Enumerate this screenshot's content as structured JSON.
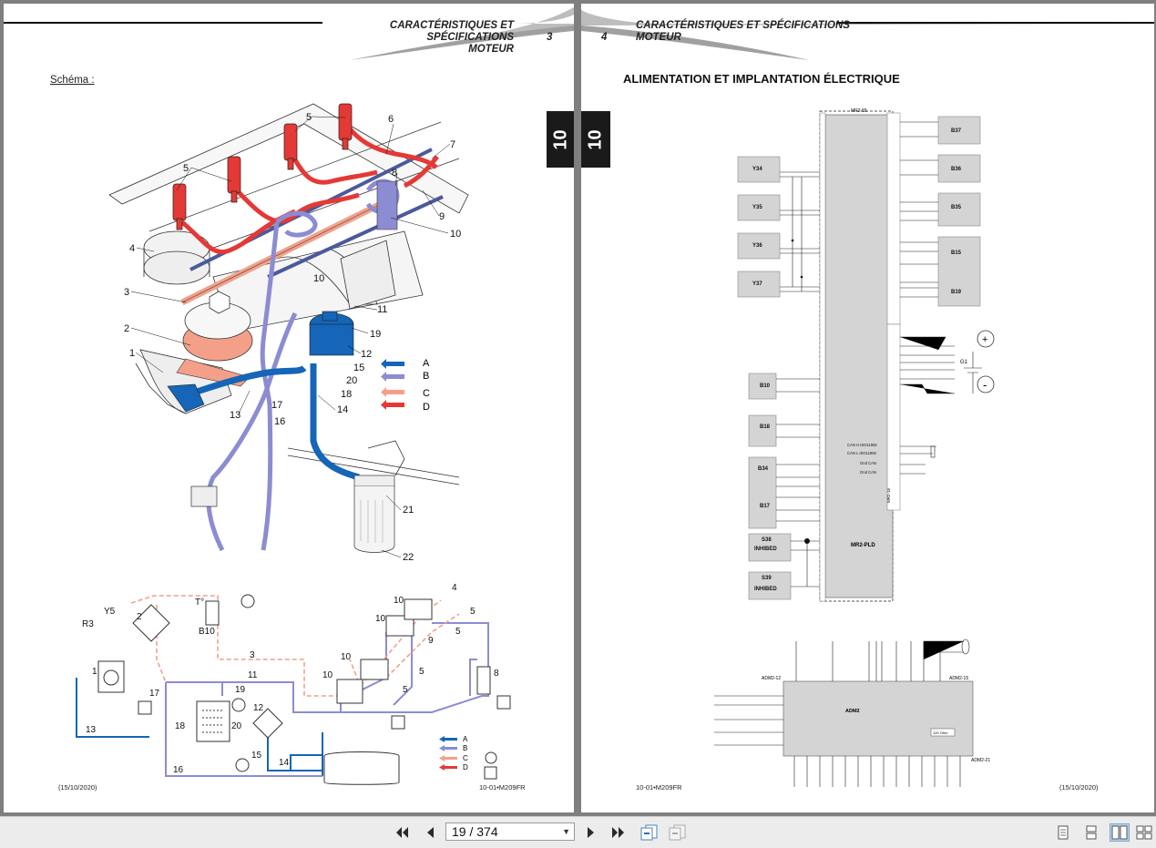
{
  "left_page": {
    "header_line1": "CARACTÉRISTIQUES ET SPÉCIFICATIONS",
    "header_line2": "MOTEUR",
    "page_number": "3",
    "section_tab": "10",
    "schema_label": "Schéma :",
    "footer_date": "(15/10/2020)",
    "footer_code": "10-01•M209FR",
    "engine_callouts": [
      "1",
      "2",
      "3",
      "4",
      "5",
      "5",
      "6",
      "7",
      "8",
      "9",
      "10",
      "10",
      "11",
      "12",
      "13",
      "14",
      "15",
      "16",
      "17",
      "18",
      "19",
      "20",
      "21",
      "22"
    ],
    "legend": [
      "A",
      "B",
      "C",
      "D"
    ],
    "colors": {
      "A": "#1565b8",
      "B": "#8c8cd2",
      "C": "#f4a089",
      "D": "#e53935"
    },
    "diagram_labels": [
      "R3",
      "Y5",
      "2",
      "B10",
      "T°",
      "1",
      "17",
      "18",
      "13",
      "19",
      "12",
      "20",
      "15",
      "14",
      "16",
      "11",
      "3",
      "4",
      "5",
      "5",
      "5",
      "5",
      "9",
      "10",
      "10",
      "10",
      "10",
      "8"
    ],
    "diagram_legend": [
      "A",
      "B",
      "C",
      "D"
    ]
  },
  "right_page": {
    "header_line1": "CARACTÉRISTIQUES ET SPÉCIFICATIONS",
    "header_line2": "MOTEUR",
    "page_number": "4",
    "section_tab": "10",
    "title": "ALIMENTATION ET IMPLANTATION ÉLECTRIQUE",
    "footer_code": "10-01•M209FR",
    "footer_date": "(15/10/2020)",
    "module_label": "MR2-PLD",
    "connector_label": "MR2-55",
    "connector_side_label": "MR2-16",
    "left_components": [
      "Y34",
      "Y35",
      "Y36",
      "Y37",
      "B10",
      "B18",
      "B34",
      "B17"
    ],
    "inhibed": [
      {
        "name": "S38",
        "sub": "INHIBED"
      },
      {
        "name": "S39",
        "sub": "INHIBED"
      }
    ],
    "right_components": [
      "B37",
      "B36",
      "B35",
      "B15",
      "B19"
    ],
    "can_labels": [
      "CAN H ISO11992",
      "CAN L ISO11992",
      "Gnd CAN",
      "Gnd CAN"
    ],
    "battery": {
      "plus": "+",
      "minus": "-",
      "label": "G1"
    },
    "adm": {
      "label": "ADM2",
      "top_left": "ADM2-12",
      "top_right": "ADM2-15",
      "bottom_right": "ADM2-21",
      "resistor": "120 Ohm"
    }
  },
  "toolbar": {
    "page_indicator": "19 / 374",
    "first_page": "first-page",
    "prev_page": "previous-page",
    "next_page": "next-page",
    "last_page": "last-page"
  }
}
